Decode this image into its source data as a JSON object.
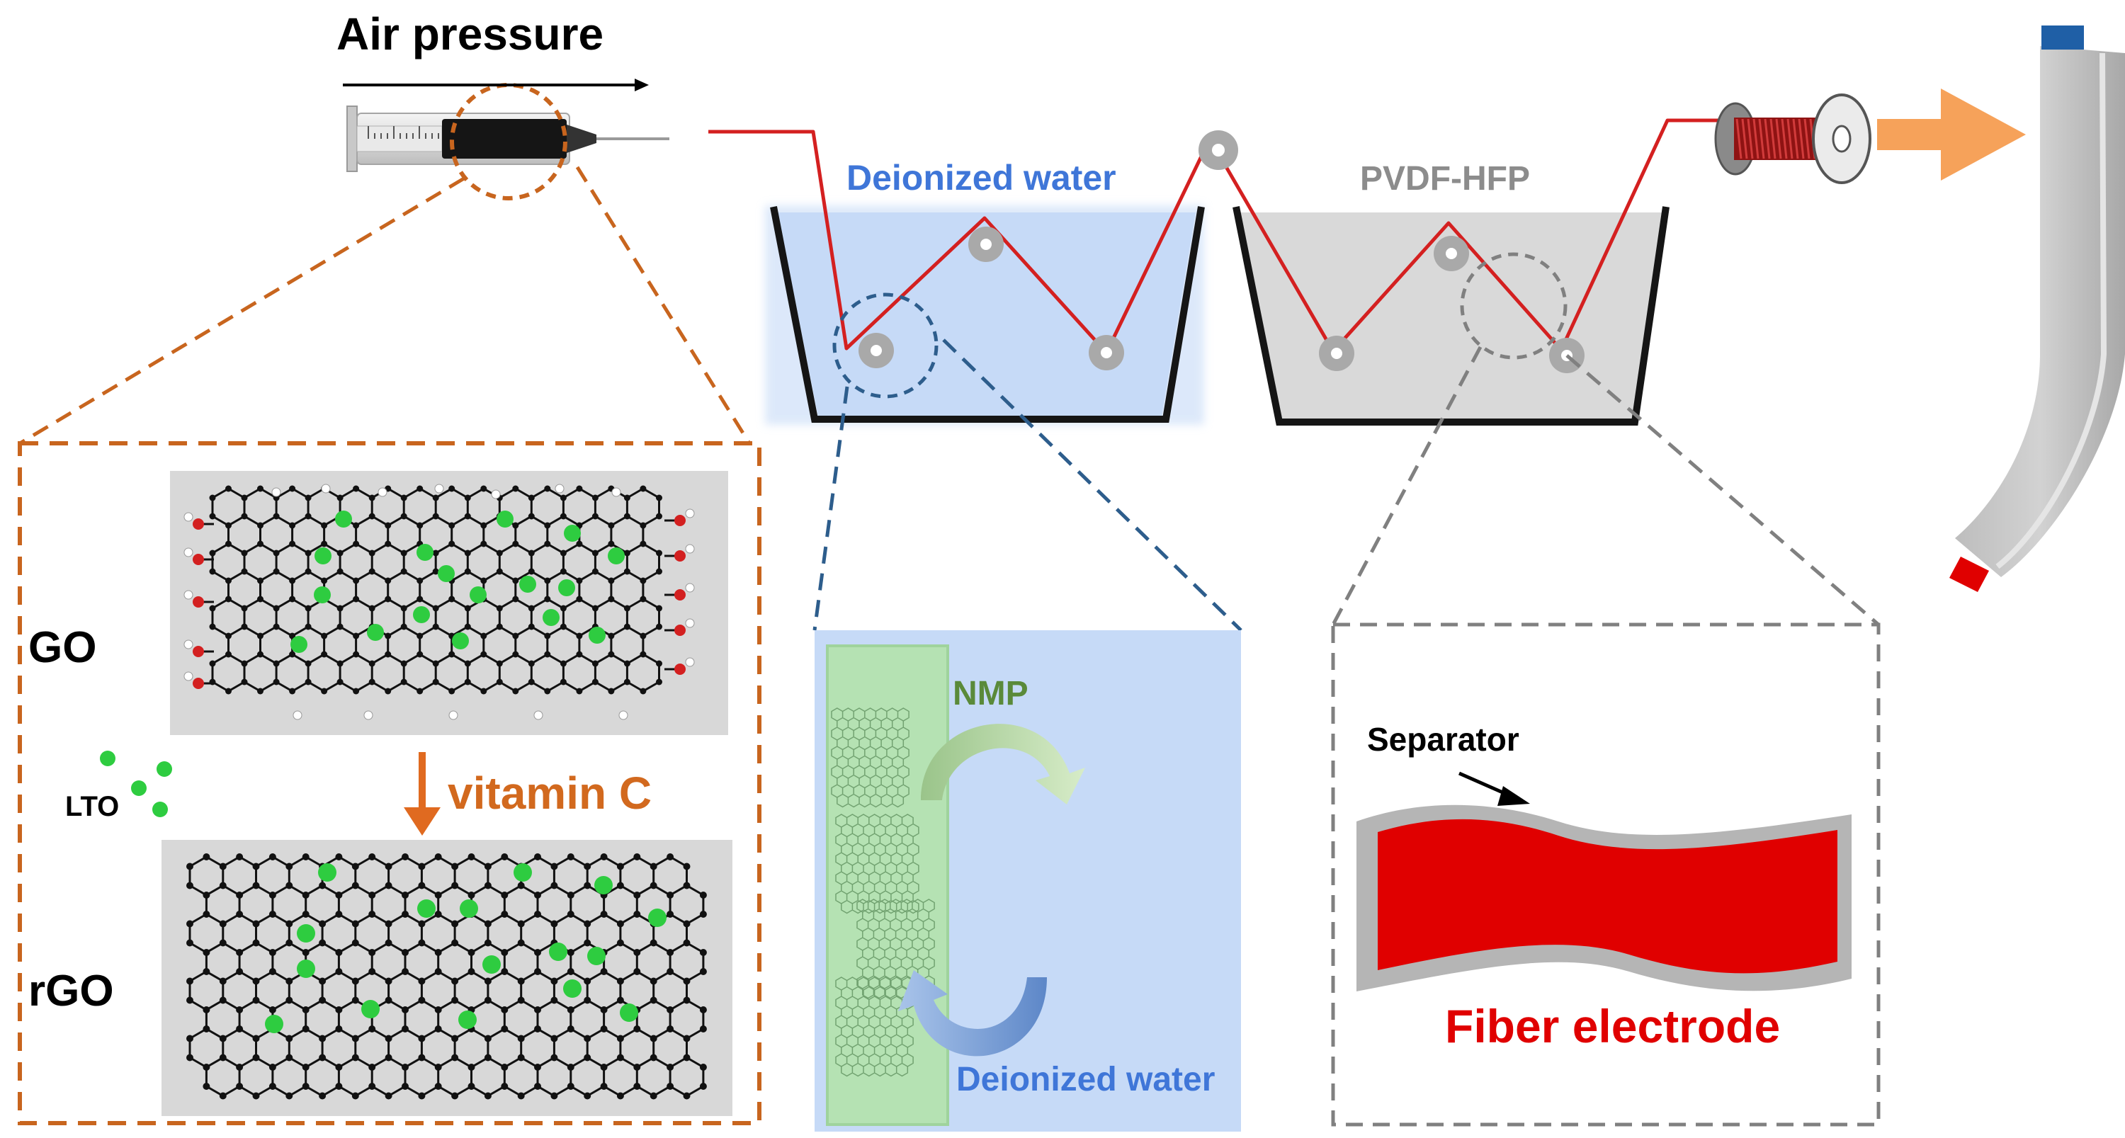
{
  "labels": {
    "air_pressure": "Air pressure",
    "deionized_water_bath": "Deionized water",
    "pvdf_hfp": "PVDF-HFP",
    "go": "GO",
    "rgo": "rGO",
    "lto": "LTO",
    "vitamin_c": "vitamin C",
    "nmp": "NMP",
    "deionized_water_exchange": "Deionized water",
    "separator": "Separator",
    "fiber_electrode": "Fiber electrode"
  },
  "colors": {
    "fiber_red": "#e00000",
    "fiber_line": "#d42020",
    "orange_dash": "#c8651e",
    "blue_dash": "#2d5d8c",
    "gray_dash": "#808080",
    "water_blue": "#c6daf7",
    "bath_gray": "#d9d9d9",
    "lto_green": "#2ecc40",
    "blue_text": "#3f76d8",
    "green_text": "#5a8a3a",
    "cap_blue": "#1f5fa6",
    "cap_red": "#e00000",
    "arrow_orange": "#f6a25a"
  }
}
